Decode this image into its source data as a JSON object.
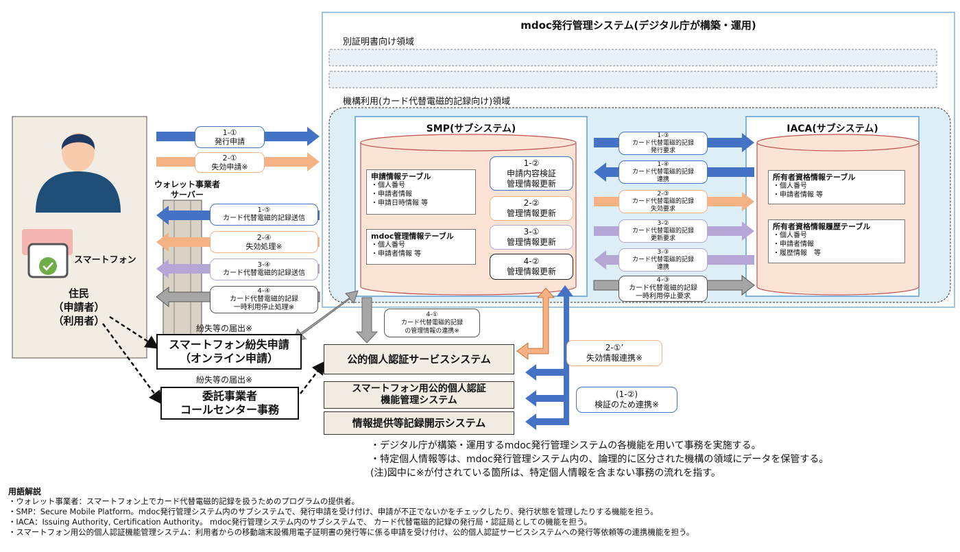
{
  "mdoc": {
    "title": "mdoc発行管理システム(デジタル庁が構築・運用)",
    "other_area": "別証明書向け領域",
    "org_area": "機構利用(カード代替電磁的記録向け)領域"
  },
  "smp": {
    "title": "SMP(サブシステム)",
    "table1": {
      "title": "申請情報テーブル",
      "items": [
        "・個人番号",
        "・申請者情報",
        "・申請日時情報 等"
      ]
    },
    "table2": {
      "title": "mdoc管理情報テーブル",
      "items": [
        "・個人番号",
        "・申請者情報 等"
      ]
    },
    "actions": [
      {
        "num": "1-②",
        "l1": "申請内容検証",
        "l2": "管理情報更新"
      },
      {
        "num": "2-②",
        "l1": "管理情報更新"
      },
      {
        "num": "3-①",
        "l1": "管理情報更新"
      },
      {
        "num": "4-②",
        "l1": "管理情報更新"
      }
    ]
  },
  "iaca": {
    "title": "IACA(サブシステム)",
    "table1": {
      "title": "所有者資格情報テーブル",
      "items": [
        "・個人番号",
        "・申請者情報 等"
      ]
    },
    "table2": {
      "title": "所有者資格情報履歴テーブル",
      "items": [
        "・個人番号",
        "・申請者情報",
        "・履歴情報　等"
      ]
    }
  },
  "mid_arrows": [
    {
      "num": "1-③",
      "l1": "カード代替電磁的記録",
      "l2": "発行要求"
    },
    {
      "num": "1-④",
      "l1": "カード代替電磁的記録",
      "l2": "連携"
    },
    {
      "num": "2-③",
      "l1": "カード代替電磁的記録",
      "l2": "失効要求"
    },
    {
      "num": "3-②",
      "l1": "カード代替電磁的記録",
      "l2": "更新要求"
    },
    {
      "num": "3-③",
      "l1": "カード代替電磁的記録",
      "l2": "連携"
    },
    {
      "num": "4-③",
      "l1": "カード代替電磁的記録",
      "l2": "一時利用停止要求"
    }
  ],
  "left_arrows": [
    {
      "num": "1-①",
      "l1": "発行申請"
    },
    {
      "num": "2-①",
      "l1": "失効申請※"
    },
    {
      "num": "1-⑤",
      "l1": "カード代替電磁的記録送信"
    },
    {
      "num": "2-④",
      "l1": "失効処理※"
    },
    {
      "num": "3-④",
      "l1": "カード代替電磁的記録送信"
    },
    {
      "num": "4-④",
      "l1": "カード代替電磁的記録",
      "l2": "一時利用停止処理※"
    }
  ],
  "wallet": {
    "l1": "ウォレット事業者",
    "l2": "サーバー"
  },
  "resident": {
    "phone": "スマートフォン",
    "l1": "住民",
    "l2": "（申請者）",
    "l3": "（利用者）"
  },
  "lost": {
    "note1": "紛失等の届出※",
    "box1_l1": "スマートフォン紛失申請",
    "box1_l2": "（オンライン申請）",
    "note2": "紛失等の届出※",
    "box2_l1": "委託事業者",
    "box2_l2": "コールセンター事務"
  },
  "arrow41": {
    "num": "4-①",
    "l1": "カード代替電磁的記録",
    "l2": "の管理情報の連携※"
  },
  "systems": {
    "jpki": "公的個人認証サービスシステム",
    "phone_l1": "スマートフォン用公的個人認証",
    "phone_l2": "機能管理システム",
    "info": "情報提供等記録開示システム"
  },
  "labels": {
    "l21p_l1": "2-①’",
    "l21p_l2": "失効情報連携※",
    "l12_l1": "(1-②)",
    "l12_l2": "検証のため連携※"
  },
  "notes": [
    "・デジタル庁が構築・運用するmdoc発行管理システムの各機能を用いて事務を実施する。",
    "・特定個人情報等は、mdoc発行管理システム内の、論理的に区分された機構の領域にデータを保管する。",
    "(注)図中に※が付されている箇所は、特定個人情報を含まない事務の流れを指す。"
  ],
  "glossary": {
    "title": "用語解説",
    "items": [
      "・ウォレット事業者：スマートフォン上でカード代替電磁的記録を扱うためのプログラムの提供者。",
      "・SMP：Secure Mobile Platform。mdoc発行管理システム内のサブシステムで、発行申請を受け付け、申請が不正でないかをチェックしたり、発行状態を管理したりする機能を担う。",
      "・IACA：Issuing Authority, Certification Authority。 mdoc発行管理システム内のサブシステムで、 カード代替電磁的記録の発行局・認証局としての機能を担う。",
      "・スマートフォン用公的個人認証機能管理システム：利用者からの移動端末設備用電子証明書の発行等に係る申請を受け付け、公的個人認証サービスシステムへの発行等依頼等の連携機能を担う。"
    ]
  },
  "colors": {
    "blue": "#4472c4",
    "orange": "#f4b183",
    "purple": "#b4a7d6",
    "gray": "#a6a6a6",
    "region": "#deeef6",
    "cyl": "#fbe3d6"
  }
}
